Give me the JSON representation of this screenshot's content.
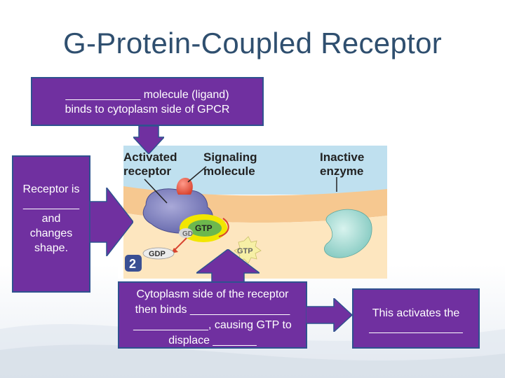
{
  "slide": {
    "title": "G-Protein-Coupled Receptor"
  },
  "callouts": {
    "top": {
      "line1": "____________ molecule (ligand)",
      "line2": "binds to cytoplasm side of GPCR"
    },
    "left": {
      "line1": "Receptor is",
      "line2": "_________",
      "line3": "and",
      "line4": "changes",
      "line5": "shape."
    },
    "bottom": {
      "line1": "Cytoplasm side of the receptor",
      "line2": "then binds ________________",
      "line3": "____________, causing GTP to",
      "line4": "displace _______"
    },
    "right": {
      "line1": "This activates the",
      "line2": "_______________"
    }
  },
  "diagram": {
    "label_activated_1": "Activated",
    "label_activated_2": "receptor",
    "label_signaling_1": "Signaling",
    "label_signaling_2": "molecule",
    "label_inactive_1": "Inactive",
    "label_inactive_2": "enzyme",
    "gtp_bound": "GTP",
    "gdp_fragment": "GD",
    "gtp_free": "GTP",
    "gdp_released": "GDP",
    "step_number": "2"
  },
  "colors": {
    "callout_fill": "#7030a0",
    "callout_border": "#2f528f",
    "title": "#2f4f6f",
    "membrane": "#f6c890",
    "cytoplasm": "#fde6bf",
    "extracellular": "#bfe0ef"
  }
}
